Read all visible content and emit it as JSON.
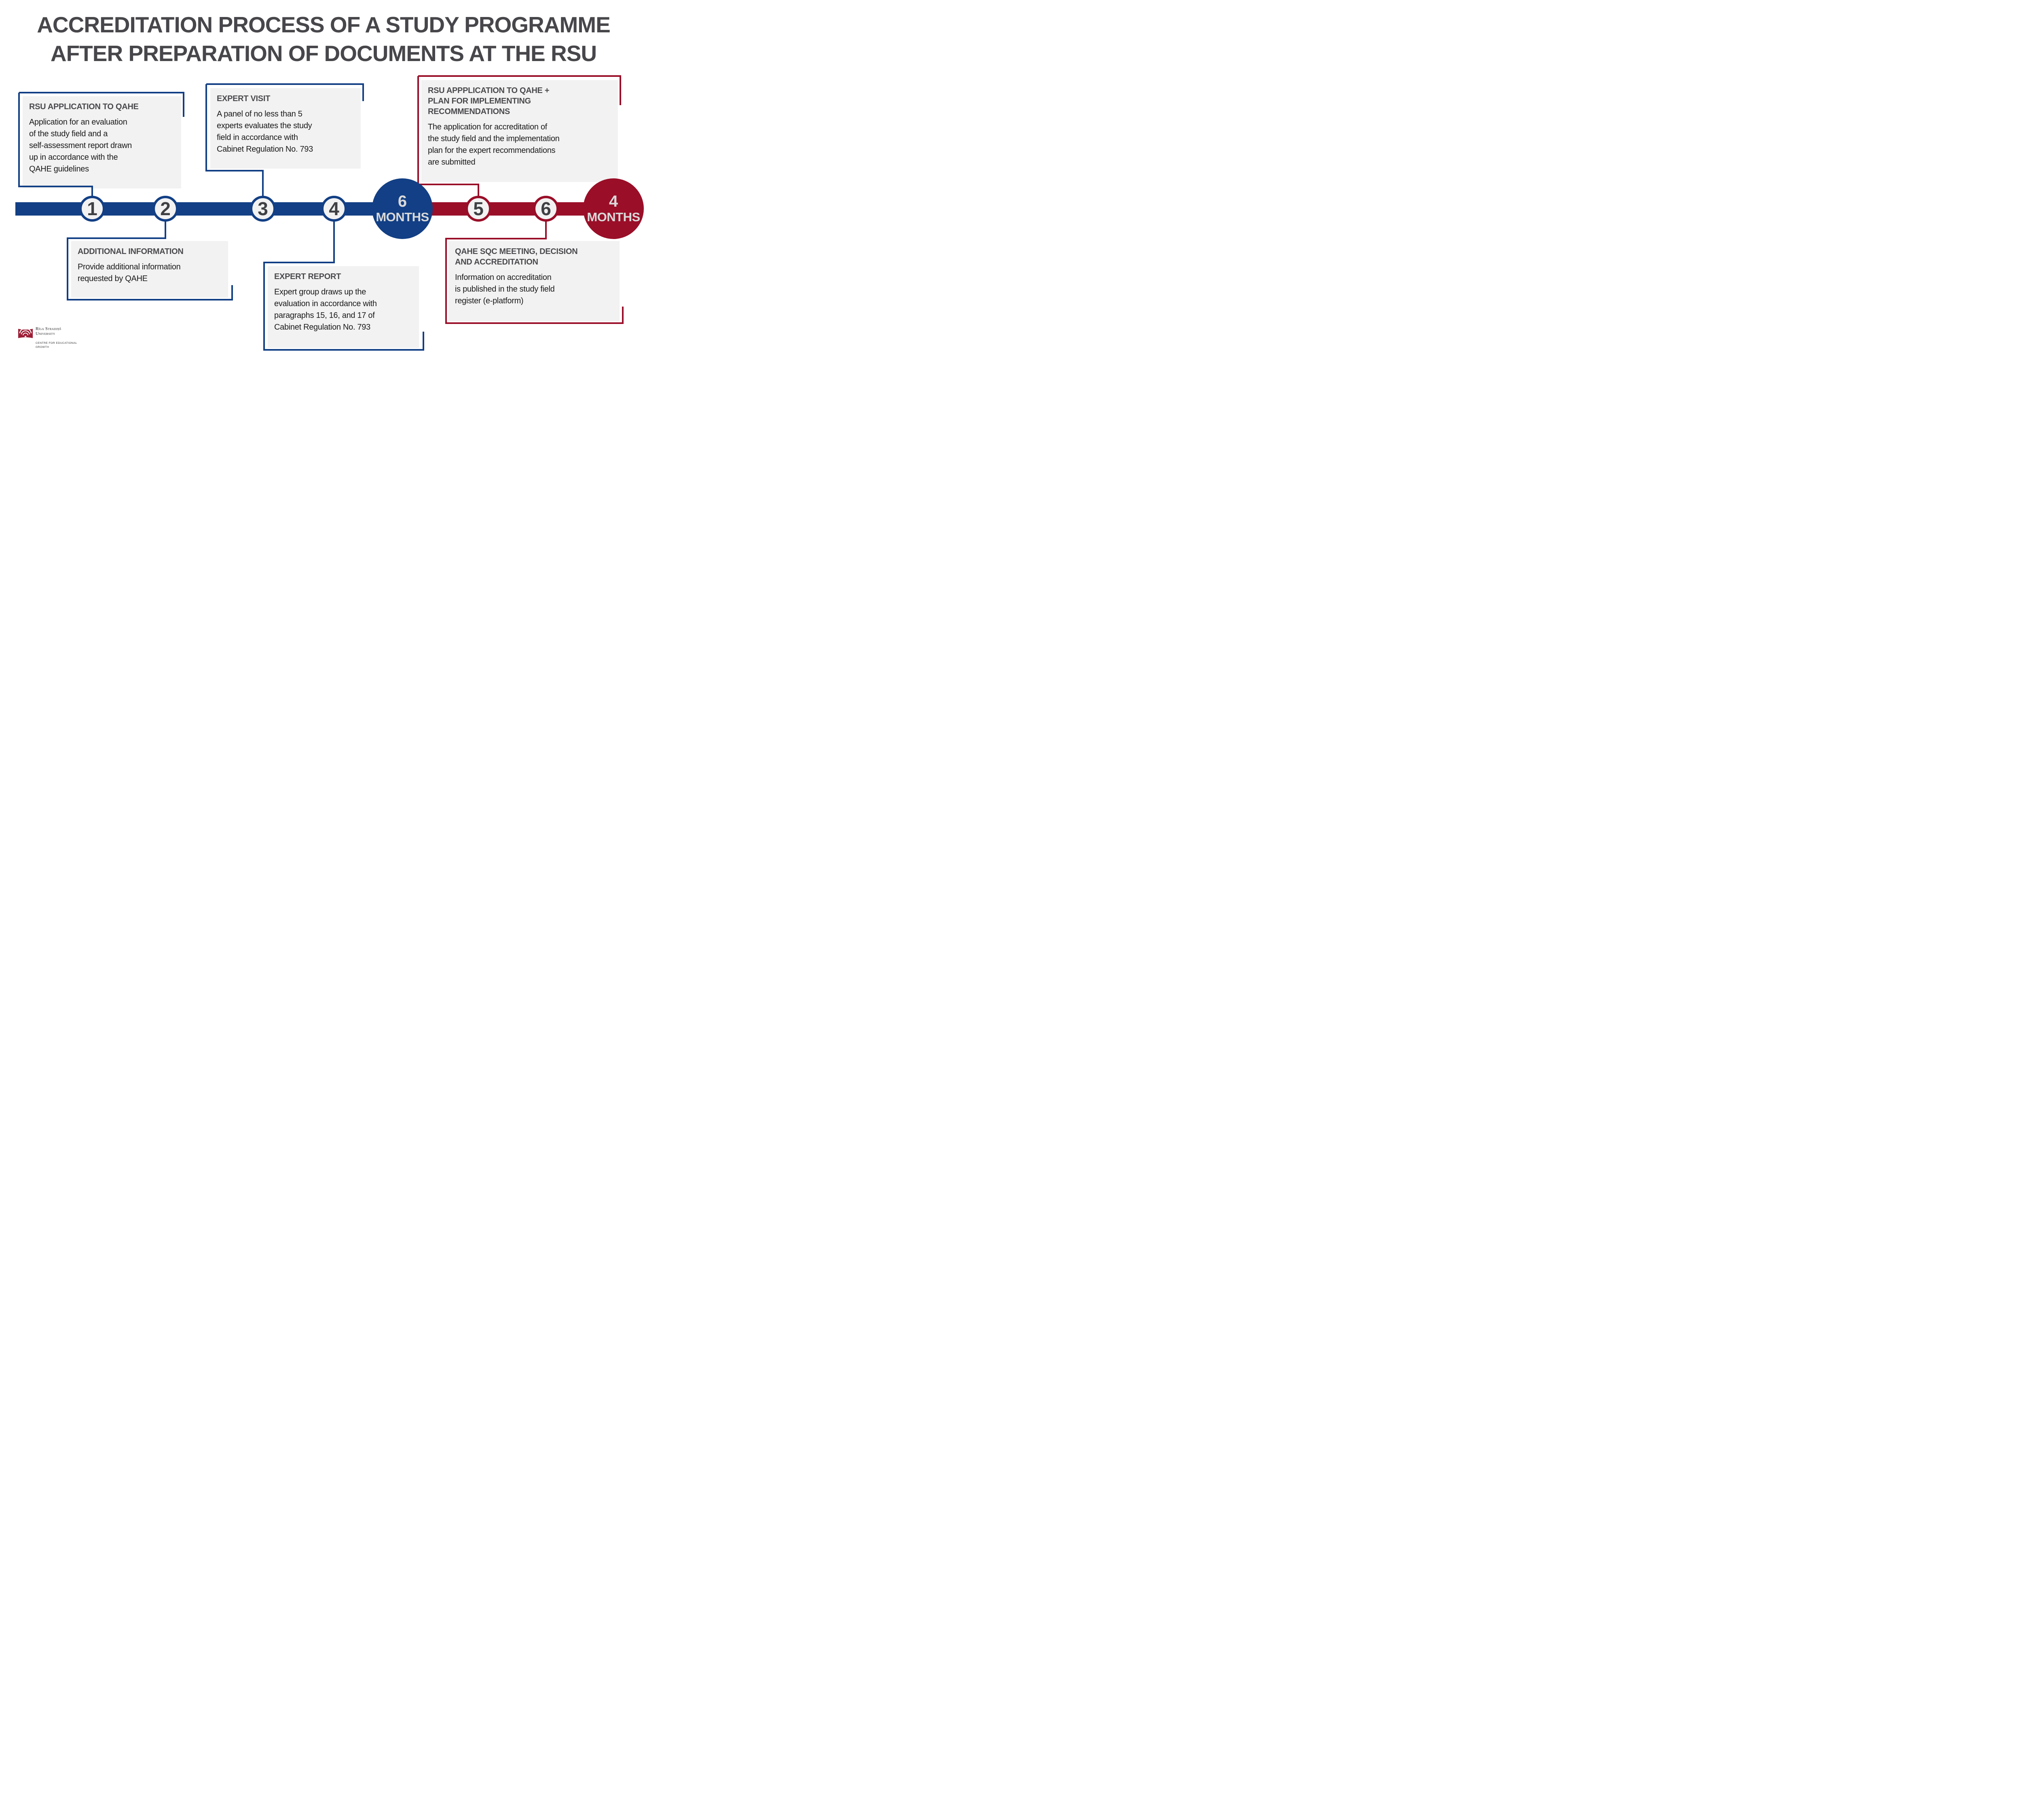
{
  "title": {
    "line1": "ACCREDITATION PROCESS OF A STUDY PROGRAMME",
    "line2": "AFTER PREPARATION OF DOCUMENTS AT THE RSU"
  },
  "colors": {
    "timeline_blue": "#123f85",
    "timeline_red": "#9a0e28",
    "box_fill": "#f2f2f2",
    "title_gray": "#47474b",
    "heading_gray": "#4a4a4e",
    "body_text": "#1a1a1a",
    "step_number": "#3f4043",
    "milestone_text": "#d9d9d9",
    "logo_red": "#9d1d35"
  },
  "boxes": [
    {
      "title": "RSU APPLICATION TO QAHE",
      "body": "Application for an evaluation\nof the study field and a\nself-assessment report drawn\nup in accordance with the\nQAHE guidelines"
    },
    {
      "title": "EXPERT VISIT",
      "body": "A panel of no less than 5\nexperts evaluates the study\nfield in accordance with\nCabinet Regulation No. 793"
    },
    {
      "title": "RSU APPPLICATION TO QAHE +\nPLAN FOR IMPLEMENTING\nRECOMMENDATIONS",
      "body": "The application for accreditation of\nthe study field and the implementation\nplan for the expert recommendations\nare submitted"
    },
    {
      "title": "ADDITIONAL INFORMATION",
      "body": "Provide additional information\nrequested by QAHE"
    },
    {
      "title": "EXPERT REPORT",
      "body": "Expert group draws up the\nevaluation in accordance with\nparagraphs 15, 16, and 17 of\nCabinet Regulation No. 793"
    },
    {
      "title": "QAHE SQC MEETING, DECISION\nAND ACCREDITATION",
      "body": "Information on accreditation\nis published in the study field\nregister (e-platform)"
    }
  ],
  "timeline": {
    "steps": [
      {
        "number": "1"
      },
      {
        "number": "2"
      },
      {
        "number": "3"
      },
      {
        "number": "4"
      },
      {
        "number": "5"
      },
      {
        "number": "6"
      }
    ],
    "milestones": [
      {
        "value": "6",
        "unit": "MONTHS"
      },
      {
        "value": "4",
        "unit": "MONTHS"
      }
    ]
  },
  "logo": {
    "name_line1": "Rīga Stradiņš",
    "name_line2": "University",
    "dept_line1": "CENTRE FOR EDUCATIONAL",
    "dept_line2": "GROWTH"
  }
}
